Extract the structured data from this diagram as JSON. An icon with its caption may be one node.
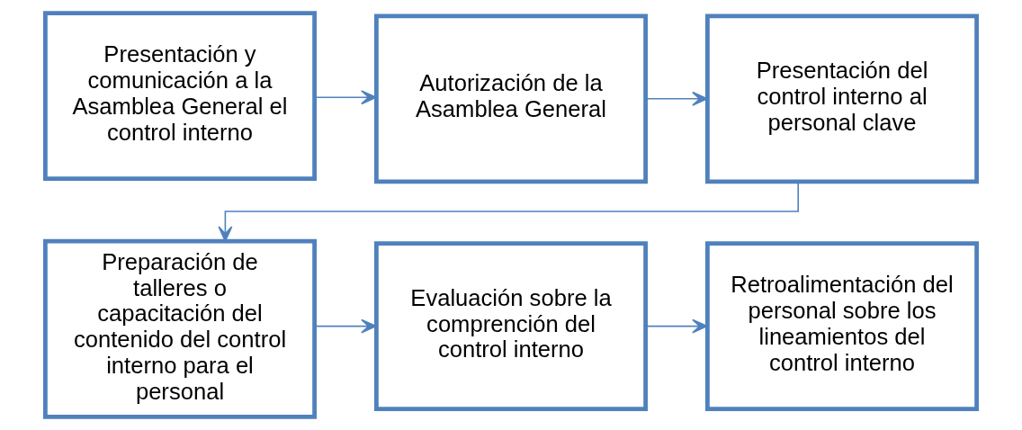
{
  "diagram": {
    "nodes": [
      {
        "text": [
          "Presentación y comunicación a la Asamblea General el control interno"
        ]
      },
      {
        "text": [
          "Autorización de la Asamblea General"
        ]
      },
      {
        "text": [
          "Presentación del control interno al personal clave"
        ]
      },
      {
        "text": [
          "Preparación de talleres o capacitación del contenido del control interno para el personal"
        ]
      },
      {
        "text": [
          "Evaluación sobre la comprención del control interno"
        ]
      },
      {
        "text": [
          "Retroalimentación del personal sobre los lineamientos del control interno"
        ]
      }
    ],
    "edges": [
      {
        "from": 0,
        "to": 1,
        "arrow": "to"
      },
      {
        "from": 1,
        "to": 2,
        "arrow": "to"
      },
      {
        "from": 2,
        "to": 3,
        "arrow": "to"
      },
      {
        "from": 3,
        "to": 4,
        "arrow": "to"
      },
      {
        "from": 4,
        "to": 5,
        "arrow": "to"
      }
    ]
  }
}
